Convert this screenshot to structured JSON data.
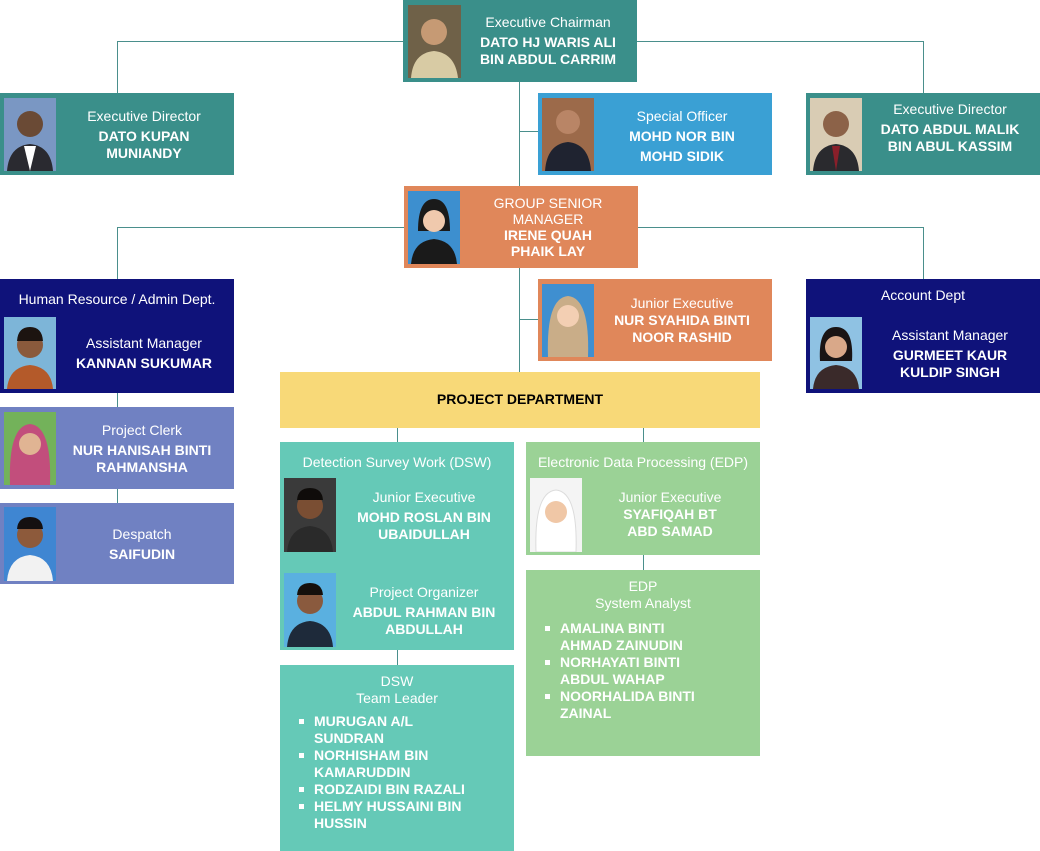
{
  "chairman": {
    "role": "Executive Chairman",
    "name1": "DATO HJ WARIS ALI",
    "name2": "BIN ABDUL CARRIM"
  },
  "exec_director_left": {
    "role": "Executive Director",
    "name1": "DATO KUPAN",
    "name2": "MUNIANDY"
  },
  "special_officer": {
    "role": "Special Officer",
    "name1": "MOHD NOR BIN",
    "name2": "MOHD SIDIK"
  },
  "exec_director_right": {
    "role": "Executive Director",
    "name1": "DATO ABDUL MALIK",
    "name2": "BIN ABUL KASSIM"
  },
  "group_senior_manager": {
    "role1": "GROUP SENIOR",
    "role2": "MANAGER",
    "name1": "IRENE QUAH",
    "name2": "PHAIK LAY"
  },
  "hr_admin": {
    "dept": "Human Resource / Admin Dept.",
    "role": "Assistant Manager",
    "name": "KANNAN SUKUMAR"
  },
  "junior_exec_top": {
    "role": "Junior Executive",
    "name1": "NUR SYAHIDA BINTI",
    "name2": "NOOR RASHID"
  },
  "account_dept": {
    "dept": "Account Dept",
    "role": "Assistant Manager",
    "name1": "GURMEET KAUR",
    "name2": "KULDIP SINGH"
  },
  "project_clerk": {
    "role": "Project Clerk",
    "name1": "NUR HANISAH BINTI",
    "name2": "RAHMANSHA"
  },
  "despatch": {
    "role": "Despatch",
    "name": "SAIFUDIN"
  },
  "project_department": {
    "title": "PROJECT DEPARTMENT"
  },
  "dsw": {
    "title": "Detection Survey Work (DSW)",
    "junior": {
      "role": "Junior Executive",
      "name1": "MOHD ROSLAN BIN",
      "name2": "UBAIDULLAH"
    },
    "organizer": {
      "role": "Project Organizer",
      "name1": "ABDUL RAHMAN BIN",
      "name2": "ABDULLAH"
    },
    "team": {
      "title1": "DSW",
      "title2": "Team Leader",
      "members": [
        {
          "l1": "MURUGAN A/L",
          "l2": "SUNDRAN"
        },
        {
          "l1": "NORHISHAM BIN",
          "l2": "KAMARUDDIN"
        },
        {
          "l1": "RODZAIDI BIN RAZALI",
          "l2": ""
        },
        {
          "l1": "HELMY HUSSAINI BIN",
          "l2": "HUSSIN"
        }
      ]
    }
  },
  "edp": {
    "title": "Electronic Data Processing (EDP)",
    "junior": {
      "role": "Junior Executive",
      "name1": "SYAFIQAH BT",
      "name2": "ABD SAMAD"
    },
    "analyst": {
      "title1": "EDP",
      "title2": "System Analyst",
      "members": [
        {
          "l1": "AMALINA BINTI",
          "l2": "AHMAD ZAINUDIN"
        },
        {
          "l1": "NORHAYATI BINTI",
          "l2": "ABDUL WAHAP"
        },
        {
          "l1": "NOORHALIDA BINTI",
          "l2": "ZAINAL"
        }
      ]
    }
  },
  "colors": {
    "teal": "#3a8f8a",
    "blue": "#3aa0d4",
    "orange": "#e0875a",
    "navy": "#0f127a",
    "periwinkle": "#7081c2",
    "yellow": "#f8d978",
    "mint": "#65c9b7",
    "green": "#9bd296",
    "line": "#4a8f8c"
  }
}
